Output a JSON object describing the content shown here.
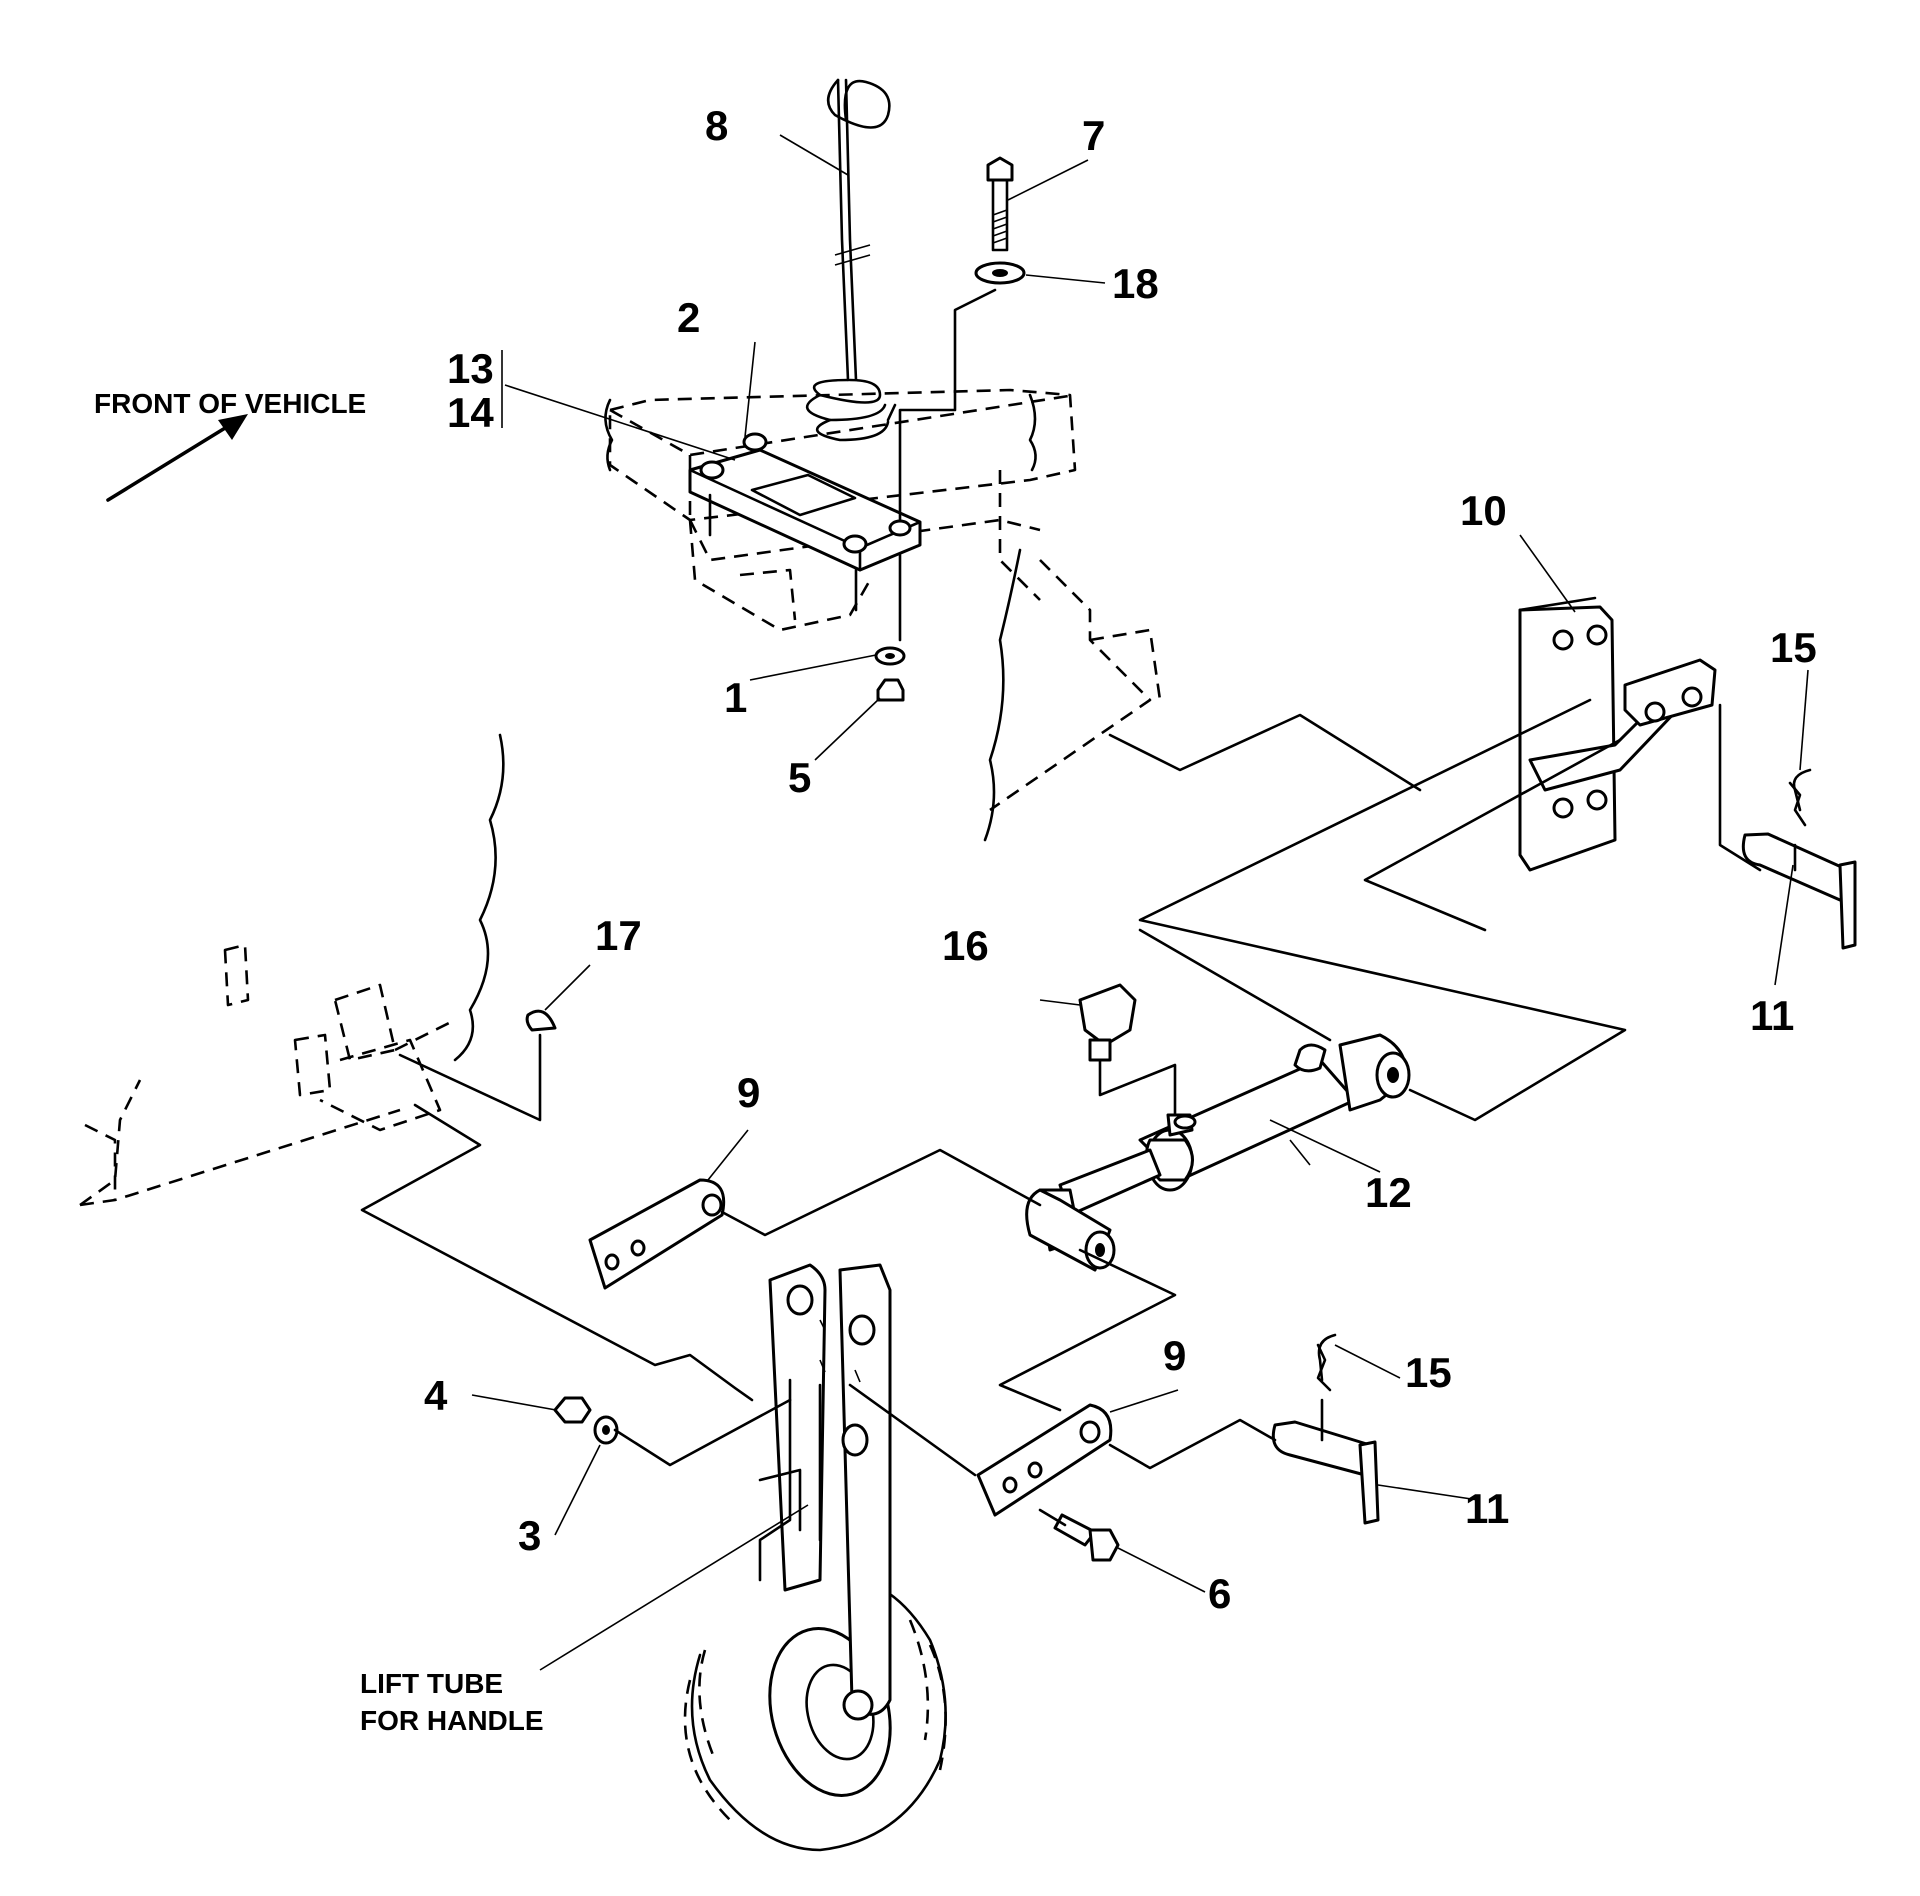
{
  "notes": {
    "front_of_vehicle": "FRONT OF VEHICLE",
    "lift_tube_line1": "LIFT TUBE",
    "lift_tube_line2": "FOR HANDLE"
  },
  "callouts": {
    "c1": "1",
    "c2": "2",
    "c3": "3",
    "c4": "4",
    "c5": "5",
    "c6": "6",
    "c7": "7",
    "c8": "8",
    "c9a": "9",
    "c9b": "9",
    "c10": "10",
    "c11a": "11",
    "c11b": "11",
    "c12": "12",
    "c13": "13",
    "c14": "14",
    "c15a": "15",
    "c15b": "15",
    "c16": "16",
    "c17": "17",
    "c18": "18"
  }
}
